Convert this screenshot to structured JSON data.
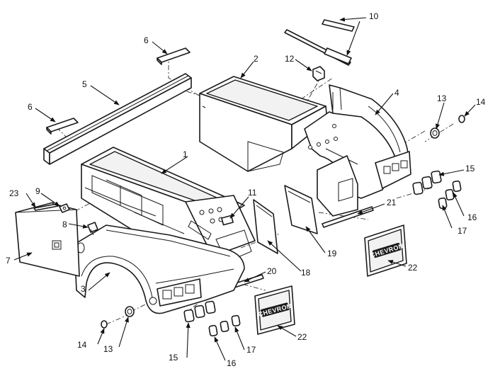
{
  "diagram": {
    "callouts": {
      "c1": "1",
      "c2": "2",
      "c3": "3",
      "c4": "4",
      "c5": "5",
      "c6a": "6",
      "c6b": "6",
      "c7": "7",
      "c8": "8",
      "c9": "9",
      "c10": "10",
      "c11": "11",
      "c12": "12",
      "c13a": "13",
      "c13b": "13",
      "c14a": "14",
      "c14b": "14",
      "c15a": "15",
      "c15b": "15",
      "c16a": "16",
      "c16b": "16",
      "c17a": "17",
      "c17b": "17",
      "c18": "18",
      "c19": "19",
      "c20": "20",
      "c21": "21",
      "c22a": "22",
      "c22b": "22",
      "c23": "23"
    },
    "mudflap_text": "CHEVRON"
  }
}
